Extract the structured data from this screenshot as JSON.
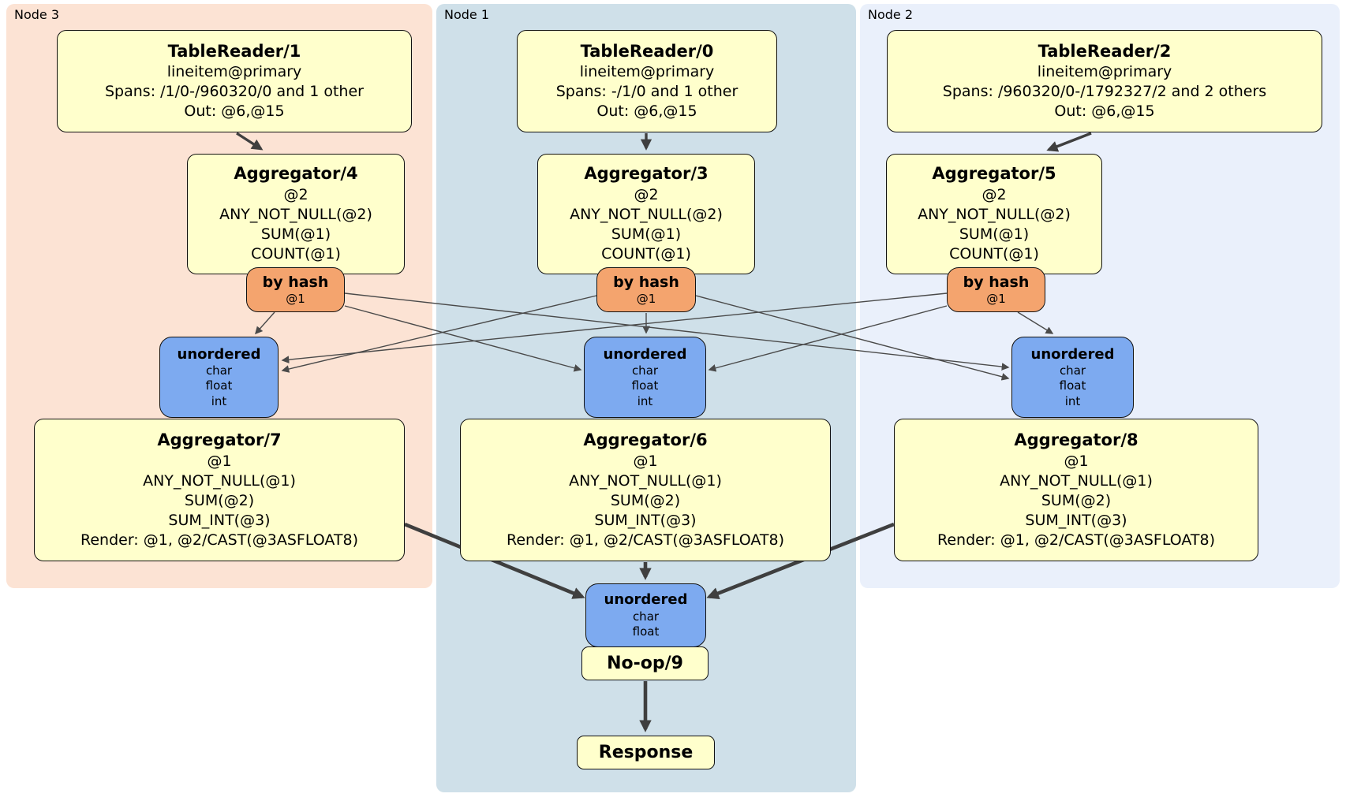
{
  "panels": {
    "node3": {
      "label": "Node 3"
    },
    "node1": {
      "label": "Node 1"
    },
    "node2": {
      "label": "Node 2"
    }
  },
  "processors": {
    "tr1": {
      "title": "TableReader/1",
      "lines": [
        "lineitem@primary",
        "Spans: /1/0-/960320/0 and 1 other",
        "Out: @6,@15"
      ]
    },
    "tr0": {
      "title": "TableReader/0",
      "lines": [
        "lineitem@primary",
        "Spans: -/1/0 and 1 other",
        "Out: @6,@15"
      ]
    },
    "tr2": {
      "title": "TableReader/2",
      "lines": [
        "lineitem@primary",
        "Spans: /960320/0-/1792327/2 and 2 others",
        "Out: @6,@15"
      ]
    },
    "agg4": {
      "title": "Aggregator/4",
      "lines": [
        "@2",
        "ANY_NOT_NULL(@2)",
        "SUM(@1)",
        "COUNT(@1)"
      ]
    },
    "agg3": {
      "title": "Aggregator/3",
      "lines": [
        "@2",
        "ANY_NOT_NULL(@2)",
        "SUM(@1)",
        "COUNT(@1)"
      ]
    },
    "agg5": {
      "title": "Aggregator/5",
      "lines": [
        "@2",
        "ANY_NOT_NULL(@2)",
        "SUM(@1)",
        "COUNT(@1)"
      ]
    },
    "agg7": {
      "title": "Aggregator/7",
      "lines": [
        "@1",
        "ANY_NOT_NULL(@1)",
        "SUM(@2)",
        "SUM_INT(@3)",
        "Render: @1, @2/CAST(@3ASFLOAT8)"
      ]
    },
    "agg6": {
      "title": "Aggregator/6",
      "lines": [
        "@1",
        "ANY_NOT_NULL(@1)",
        "SUM(@2)",
        "SUM_INT(@3)",
        "Render: @1, @2/CAST(@3ASFLOAT8)"
      ]
    },
    "agg8": {
      "title": "Aggregator/8",
      "lines": [
        "@1",
        "ANY_NOT_NULL(@1)",
        "SUM(@2)",
        "SUM_INT(@3)",
        "Render: @1, @2/CAST(@3ASFLOAT8)"
      ]
    },
    "noop": {
      "title": "No-op/9"
    },
    "response": {
      "title": "Response"
    }
  },
  "routers": {
    "hash3": {
      "title": "by hash",
      "lines": [
        "@1"
      ]
    },
    "hash1": {
      "title": "by hash",
      "lines": [
        "@1"
      ]
    },
    "hash2": {
      "title": "by hash",
      "lines": [
        "@1"
      ]
    }
  },
  "syncs": {
    "un3": {
      "title": "unordered",
      "lines": [
        "char",
        "float",
        "int"
      ]
    },
    "un1": {
      "title": "unordered",
      "lines": [
        "char",
        "float",
        "int"
      ]
    },
    "un2": {
      "title": "unordered",
      "lines": [
        "char",
        "float",
        "int"
      ]
    },
    "unFinal": {
      "title": "unordered",
      "lines": [
        "char",
        "float"
      ]
    }
  },
  "colors": {
    "panel-node3": "#fce3d4",
    "panel-node1": "#cfe0e9",
    "panel-node2": "#eaf0fb",
    "proc-fill": "#ffffcc",
    "router-fill": "#f4a46e",
    "sync-fill": "#7daaf0",
    "edge-thin": "#4a4a4a",
    "edge-thick": "#3f3f3f"
  }
}
